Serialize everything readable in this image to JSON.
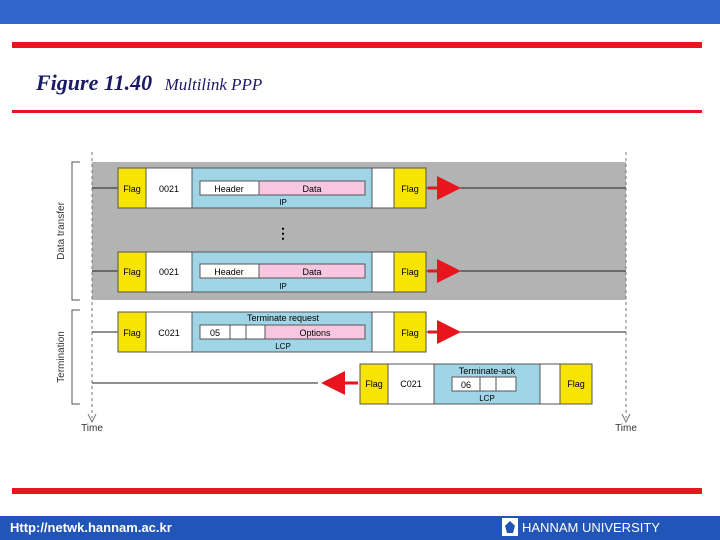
{
  "header": {
    "figure_number": "Figure 11.40",
    "figure_caption": "Multilink PPP"
  },
  "footer": {
    "url": "Http://netwk.hannam.ac.kr",
    "university": "HANNAM UNIVERSITY"
  },
  "diagram": {
    "phase_labels": {
      "data_transfer": "Data transfer",
      "termination": "Termination"
    },
    "time_label_left": "Time",
    "time_label_right": "Time",
    "frame1": {
      "flag_start": "Flag",
      "protocol": "0021",
      "header": "Header",
      "data": "Data",
      "payload_label": "IP",
      "flag_end": "Flag"
    },
    "ellipsis": "⋮",
    "frame2": {
      "flag_start": "Flag",
      "protocol": "0021",
      "header": "Header",
      "data": "Data",
      "payload_label": "IP",
      "flag_end": "Flag"
    },
    "frame3": {
      "flag_start": "Flag",
      "protocol": "C021",
      "code": "05",
      "options": "Options",
      "message": "Terminate request",
      "payload_label": "LCP",
      "flag_end": "Flag"
    },
    "frame4": {
      "flag_start": "Flag",
      "protocol": "C021",
      "code": "06",
      "message": "Terminate-ack",
      "payload_label": "LCP",
      "flag_end": "Flag"
    }
  }
}
